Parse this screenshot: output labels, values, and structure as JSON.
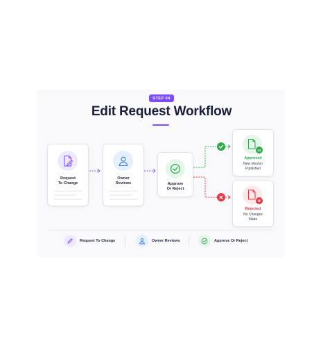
{
  "step_badge": "STEP 04",
  "title": "Edit Request Workflow",
  "nodes": {
    "request": {
      "label_line1": "Request",
      "label_line2": "To Change",
      "icon": "document-edit-icon"
    },
    "owner": {
      "label_line1": "Owner",
      "label_line2": "Reviews",
      "icon": "user-icon"
    },
    "decision": {
      "label_line1": "Approve",
      "label_line2": "Or Reject",
      "icon": "check-circle-icon"
    }
  },
  "outcomes": {
    "approved": {
      "title": "Approved",
      "line1": "New Version",
      "line2": "Published",
      "badge": "v2",
      "color": "#2eaa4a"
    },
    "rejected": {
      "title": "Rejected",
      "line1": "No Changes",
      "line2": "Made",
      "color": "#e53945"
    }
  },
  "legend": [
    {
      "label": "Request To Change",
      "icon": "pencil-icon"
    },
    {
      "label": "Owner Reviews",
      "icon": "user-icon"
    },
    {
      "label": "Approve Or Reject",
      "icon": "check-circle-icon"
    }
  ],
  "colors": {
    "accent": "#7c4dff",
    "owner_blue": "#3b7ddd",
    "success": "#2eaa4a",
    "danger": "#e53945",
    "title": "#1a1f3a"
  }
}
